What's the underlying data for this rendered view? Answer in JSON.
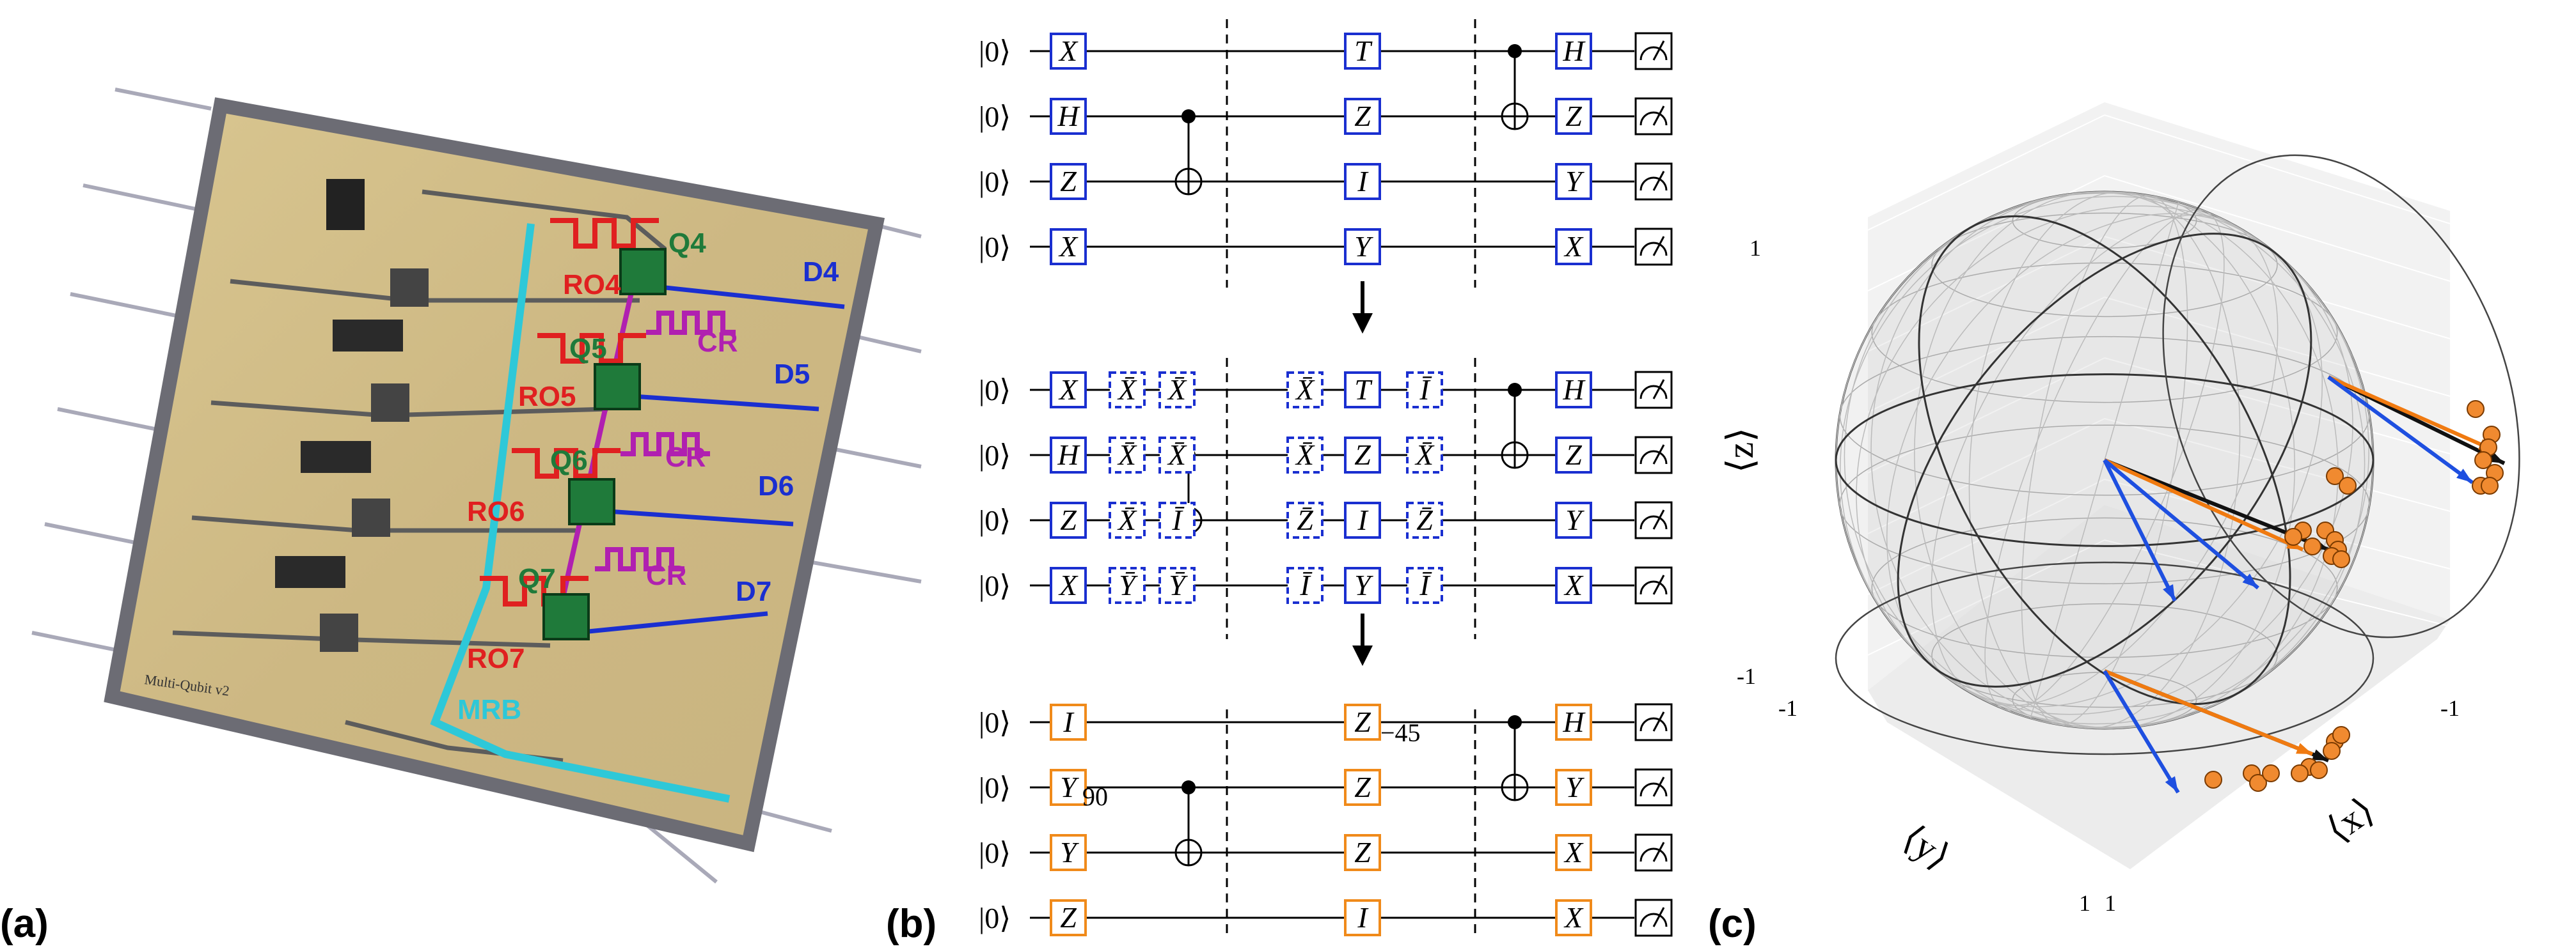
{
  "panels": {
    "a": "(a)",
    "b": "(b)",
    "c": "(c)"
  },
  "chip": {
    "qubits": [
      "Q4",
      "Q5",
      "Q6",
      "Q7"
    ],
    "readouts": [
      "RO4",
      "RO5",
      "RO6",
      "RO7"
    ],
    "drives": [
      "D4",
      "D5",
      "D6",
      "D7"
    ],
    "couplers": [
      "CR",
      "CR",
      "CR"
    ],
    "bus": "MRB",
    "engraving": "Multi-Qubit v2",
    "colors": {
      "qubit": "#1f7a3a",
      "readout": "#e02020",
      "drive": "#1a2fd0",
      "coupler": "#b020b0",
      "bus": "#2ec8d8"
    }
  },
  "circuit": {
    "ket": "|0⟩",
    "top_gates": [
      [
        "X",
        "T",
        "H"
      ],
      [
        "H",
        "Z",
        "Z"
      ],
      [
        "Z",
        "I",
        "Y"
      ],
      [
        "X",
        "Y",
        "X"
      ]
    ],
    "mid_gates": [
      [
        "X",
        "X̄",
        "X̄",
        "T",
        "X̄",
        "Ī",
        "H"
      ],
      [
        "H",
        "X̄",
        "X̄",
        "Z",
        "X̄",
        "X̄",
        "Z"
      ],
      [
        "Z",
        "X̄",
        "Ī",
        "I",
        "Z̄",
        "Z̄",
        "Y"
      ],
      [
        "X",
        "Ȳ",
        "Ȳ",
        "Y",
        "Ī",
        "Ī",
        "X"
      ]
    ],
    "bottom_gates": [
      [
        "I",
        "Z",
        "H"
      ],
      [
        "Y",
        "Z",
        "Y"
      ],
      [
        "Y",
        "Z",
        "X"
      ],
      [
        "Z",
        "I",
        "X"
      ]
    ],
    "angle_labels": {
      "y90": "90",
      "z45": "−45"
    },
    "colors": {
      "blue_box": "#1a2fd0",
      "orange_box": "#f08a1a"
    }
  },
  "bloch": {
    "axis_labels": {
      "z": "⟨z⟩",
      "y": "⟨y⟩",
      "x": "⟨x⟩"
    },
    "tick_labels": {
      "z_top": "1",
      "z_bottom": "-1",
      "y_left": "-1",
      "y_right": "1",
      "x_left": "1",
      "x_right": "-1"
    },
    "colors": {
      "ideal": "#111111",
      "simulated": "#f07a10",
      "measured": "#1e4fe0",
      "points": "#f08a30"
    }
  }
}
